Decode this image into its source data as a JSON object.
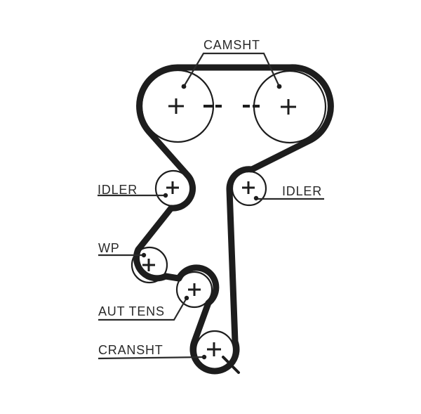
{
  "diagram": {
    "type": "timing-belt-routing",
    "background_color": "#ffffff",
    "ink_color": "#1d1d1d",
    "text_color": "#2a2a2a",
    "labels": {
      "camshaft": "CAMSHT",
      "idler_left": "IDLER",
      "idler_right": "IDLER",
      "water_pump": "WP",
      "auto_tensioner": "AUT TENS",
      "crankshaft": "CRANSHT"
    },
    "symbols": {
      "pulley_center_mark": "+",
      "timing_alignment_mark": "-",
      "leader_dot": "•"
    }
  }
}
